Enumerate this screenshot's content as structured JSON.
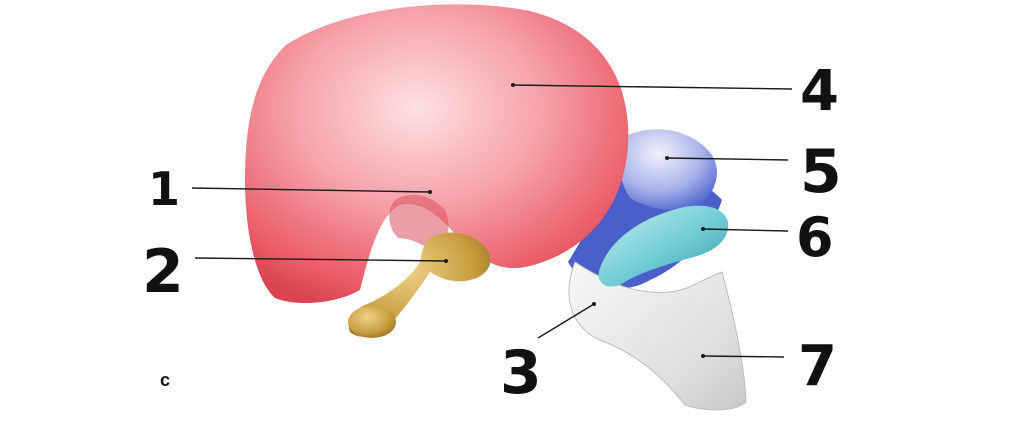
{
  "figure": {
    "panel_letter": "c",
    "colors": {
      "telencephalon": "#ee6f78",
      "diencephalon_stalk": "#c7a244",
      "midbrain": "#9aa6e2",
      "cerebellar_lip": "#5fc3cc",
      "hindbrain_dark": "#4d63cc",
      "medulla": "#e9e9e9",
      "leader_line": "#1a1a1a"
    },
    "labels": [
      {
        "id": "1",
        "text": "1"
      },
      {
        "id": "2",
        "text": "2"
      },
      {
        "id": "3",
        "text": "3"
      },
      {
        "id": "4",
        "text": "4"
      },
      {
        "id": "5",
        "text": "5"
      },
      {
        "id": "6",
        "text": "6"
      },
      {
        "id": "7",
        "text": "7"
      }
    ]
  }
}
